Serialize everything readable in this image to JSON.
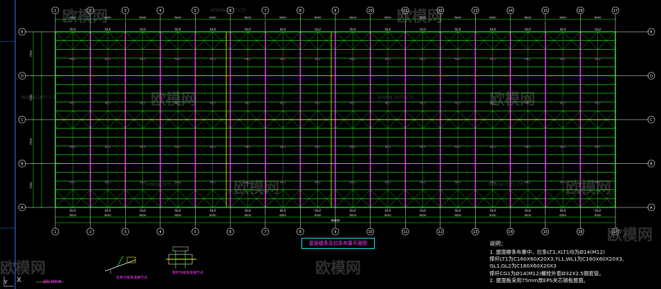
{
  "drawing": {
    "title": "屋面檩条及拉条布置平面图",
    "axis_marker": "X",
    "corner_marker": "Y",
    "purlin_label": "WL1",
    "top_brace_label": "GL2",
    "end_brace_label": "GL1",
    "detail_label_left": "拉条与檩条连接节点",
    "detail_label_right": "撑杆与檩条连接节点",
    "small_legend": "说明    材料表"
  },
  "notes": {
    "heading": "说明：",
    "lines": [
      "1. 屋面檩条布置中，拉条LT1,XLT1均为Ø14(M12)",
      "   撑杆LT1为C160X60X20X3,YL1,WL1为C160X60X20X3,",
      "   GL1,GL2为C160X60X20X3",
      "   撑杆CG1为Ø14(M12)螺栓外套Ø32X2.5钢套管。",
      "2. 屋面板采用75mm厚EPS夹芯钢板屋面。"
    ]
  },
  "grid": {
    "column_labels": [
      "1",
      "2",
      "3",
      "4",
      "5",
      "6",
      "7",
      "8",
      "9",
      "10",
      "11",
      "12",
      "13",
      "14",
      "15",
      "16",
      "17"
    ],
    "row_labels": [
      "A",
      "B",
      "C",
      "D",
      "E"
    ],
    "bay_dims": [
      "6000",
      "6000",
      "6000",
      "6000",
      "6000",
      "6000",
      "6000",
      "6000",
      "6000",
      "6000",
      "6000",
      "6000",
      "6000",
      "6000",
      "6000",
      "6000"
    ],
    "row_dims": [
      "7500",
      "7500",
      "7500",
      "7500"
    ],
    "total_dim": "96000"
  },
  "watermarks": {
    "brand": "欧模网",
    "url": "www.om.cn"
  },
  "colors": {
    "background": "#000000",
    "grid_line": "#ffffff",
    "purlin": "#19ff19",
    "rafter": "#ff3cff",
    "ridge": "#ffff00",
    "dimension": "#19ff19",
    "frame": "#3a7fff",
    "title_box": "#1ee6ff"
  }
}
